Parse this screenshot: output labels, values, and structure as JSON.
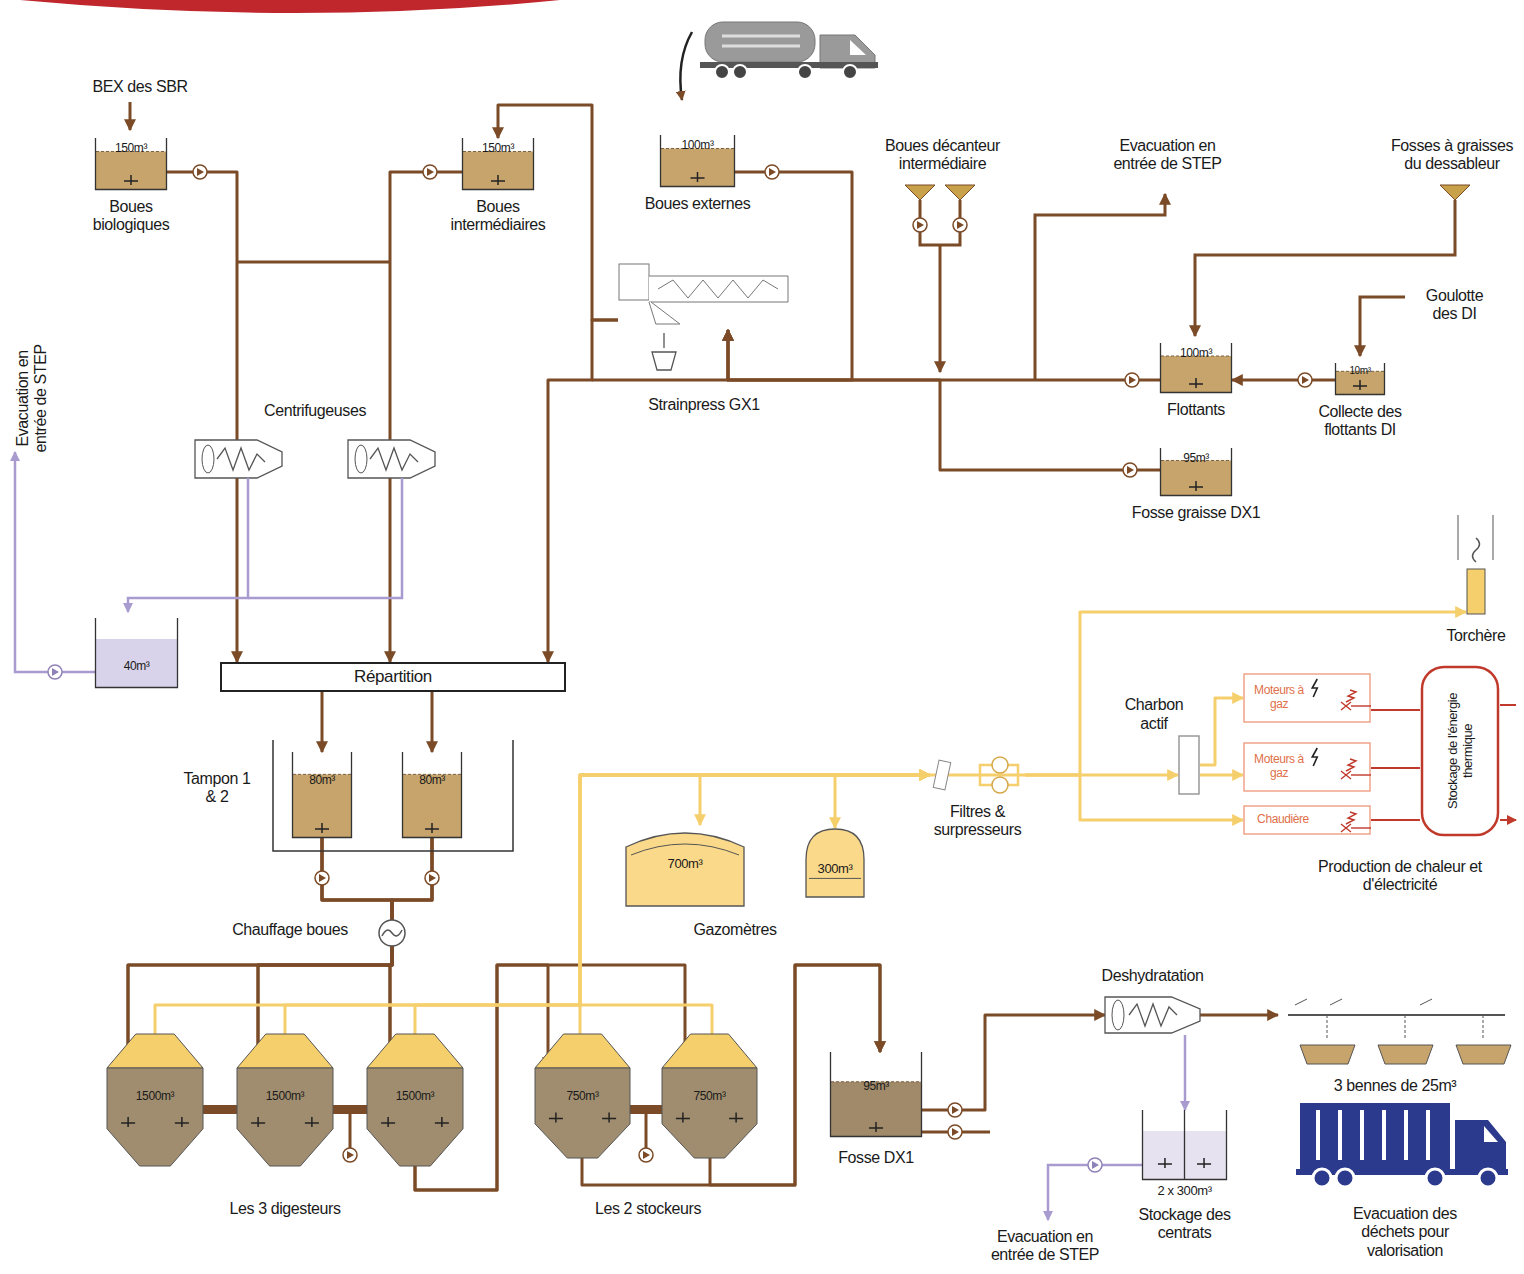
{
  "diagram": {
    "nodes": [
      {
        "text": [
          "150m³",
          "Boues biologiques"
        ]
      },
      {
        "text": [
          "150m³",
          "Boues intermédiaires"
        ]
      },
      {
        "text": [
          "100m³",
          "Boues externes"
        ]
      },
      {
        "text": [
          "Strainpress GX1"
        ]
      },
      {
        "text": [
          "100m³",
          "Flottants"
        ]
      },
      {
        "text": [
          "10m³",
          "Collecte des flottants DI"
        ]
      },
      {
        "text": [
          "95m³",
          "Fosse graisse DX1"
        ]
      },
      {
        "text": [
          "Répartition"
        ]
      },
      {
        "text": [
          "Tampon 1 & 2"
        ]
      },
      {
        "text": [
          "80m³"
        ],
        "in": 8
      },
      {
        "text": [
          "80m³"
        ],
        "in": 8
      },
      {
        "text": [
          "1500m³"
        ]
      },
      {
        "text": [
          "1500m³"
        ]
      },
      {
        "text": [
          "1500m³"
        ]
      },
      {
        "text": [
          "750m³"
        ]
      },
      {
        "text": [
          "750m³"
        ]
      },
      {
        "text": [
          "95m³",
          "Fosse DX1"
        ]
      },
      {
        "text": [
          "Deshydratation"
        ]
      },
      {
        "text": [
          "2 x 300m³",
          "Stockage des centrats"
        ]
      },
      {
        "text": [
          "40m³"
        ]
      },
      {
        "text": [
          "700m³"
        ]
      },
      {
        "text": [
          "300m³"
        ]
      },
      {
        "text": [
          "Charbon actif"
        ]
      },
      {
        "text": [
          "Moteurs à gaz"
        ]
      },
      {
        "text": [
          "Moteurs à gaz"
        ]
      },
      {
        "text": [
          "Chaudière"
        ]
      },
      {
        "text": [
          "Stockage de l'énergie thermique"
        ]
      },
      {
        "text": [
          "Torchère"
        ]
      },
      {
        "text": [
          "Filtres & surpresseurs"
        ]
      }
    ],
    "edges": [
      {
        "from": 0,
        "to": 7,
        "arrow": "to"
      },
      {
        "from": 1,
        "to": 7,
        "arrow": "to"
      },
      {
        "from": 3,
        "to": 1,
        "arrow": "to"
      },
      {
        "from": 3,
        "to": 7,
        "arrow": "to"
      },
      {
        "from": 2,
        "to": 3,
        "arrow": "to"
      },
      {
        "from": 4,
        "to": 3,
        "arrow": "to"
      },
      {
        "from": 6,
        "to": 3,
        "arrow": "to"
      },
      {
        "from": 5,
        "to": 4,
        "arrow": "to"
      },
      {
        "from": 7,
        "to": 9,
        "arrow": "to"
      },
      {
        "from": 7,
        "to": 10,
        "arrow": "to"
      },
      {
        "from": 9,
        "to": 11,
        "arrow": "to"
      },
      {
        "from": 9,
        "to": 12,
        "arrow": "to"
      },
      {
        "from": 9,
        "to": 13,
        "arrow": "to"
      },
      {
        "from": 10,
        "to": 11,
        "arrow": "to"
      },
      {
        "from": 10,
        "to": 12,
        "arrow": "to"
      },
      {
        "from": 10,
        "to": 13,
        "arrow": "to"
      },
      {
        "from": 13,
        "to": 14,
        "arrow": "to"
      },
      {
        "from": 13,
        "to": 15,
        "arrow": "to"
      },
      {
        "from": 14,
        "to": 16,
        "arrow": "to"
      },
      {
        "from": 15,
        "to": 16,
        "arrow": "to"
      },
      {
        "from": 16,
        "to": 17,
        "arrow": "to"
      },
      {
        "from": 17,
        "to": 18,
        "arrow": "to"
      },
      {
        "from": 11,
        "to": 28,
        "arrow": "to"
      },
      {
        "from": 12,
        "to": 28,
        "arrow": "to"
      },
      {
        "from": 13,
        "to": 28,
        "arrow": "to"
      },
      {
        "from": 14,
        "to": 28,
        "arrow": "to"
      },
      {
        "from": 15,
        "to": 28,
        "arrow": "to"
      },
      {
        "from": 20,
        "to": 28,
        "arrow": "both"
      },
      {
        "from": 21,
        "to": 28,
        "arrow": "both"
      },
      {
        "from": 28,
        "to": 22,
        "arrow": "to"
      },
      {
        "from": 22,
        "to": 23,
        "arrow": "to"
      },
      {
        "from": 22,
        "to": 24,
        "arrow": "to"
      },
      {
        "from": 28,
        "to": 25,
        "arrow": "to"
      },
      {
        "from": 28,
        "to": 27,
        "arrow": "to"
      },
      {
        "from": 23,
        "to": 26,
        "arrow": "none"
      },
      {
        "from": 24,
        "to": 26,
        "arrow": "none"
      },
      {
        "from": 25,
        "to": 26,
        "arrow": "none"
      }
    ],
    "labels": [
      "BEX des SBR",
      "Centrifugeuses",
      "Evacuation en entrée de STEP",
      "Boues décanteur intermédiaire",
      "Evacuation en entrée de STEP",
      "Fosses à graisses du dessableur",
      "Goulotte des DI",
      "Gazomètres",
      "Chauffage boues",
      "Les 3 digesteurs",
      "Les 2 stockeurs",
      "3 bennes de 25m³",
      "Evacuation des déchets pour valorisation",
      "Evacuation en entrée de STEP",
      "Production de chaleur et d'électricité"
    ]
  }
}
